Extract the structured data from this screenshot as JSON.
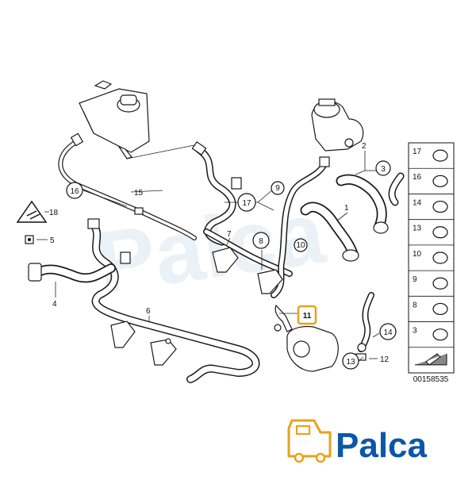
{
  "diagram": {
    "callouts": [
      {
        "id": "c1",
        "text": "1",
        "circled": false
      },
      {
        "id": "c2",
        "text": "2",
        "circled": false
      },
      {
        "id": "c3",
        "text": "3",
        "circled": true
      },
      {
        "id": "c4",
        "text": "4",
        "circled": false
      },
      {
        "id": "c5",
        "text": "5",
        "circled": false
      },
      {
        "id": "c6",
        "text": "6",
        "circled": false
      },
      {
        "id": "c7",
        "text": "7",
        "circled": false
      },
      {
        "id": "c8",
        "text": "8",
        "circled": true
      },
      {
        "id": "c9",
        "text": "9",
        "circled": true
      },
      {
        "id": "c10",
        "text": "10",
        "circled": true
      },
      {
        "id": "c11",
        "text": "11",
        "circled": false,
        "highlighted": true
      },
      {
        "id": "c12",
        "text": "12",
        "circled": false
      },
      {
        "id": "c13",
        "text": "13",
        "circled": true
      },
      {
        "id": "c14",
        "text": "14",
        "circled": true
      },
      {
        "id": "c15",
        "text": "15",
        "circled": false
      },
      {
        "id": "c16",
        "text": "16",
        "circled": true
      },
      {
        "id": "c17",
        "text": "17",
        "circled": true
      },
      {
        "id": "c18",
        "text": "18",
        "circled": false
      }
    ],
    "legend_items": [
      "17",
      "16",
      "14",
      "13",
      "10",
      "9",
      "8",
      "3",
      ""
    ],
    "diagram_number": "00158535",
    "highlight_color": "#e8a21b"
  },
  "logo": {
    "text": "Palca",
    "color_primary": "#0b57a8",
    "color_accent": "#e8a21b"
  }
}
